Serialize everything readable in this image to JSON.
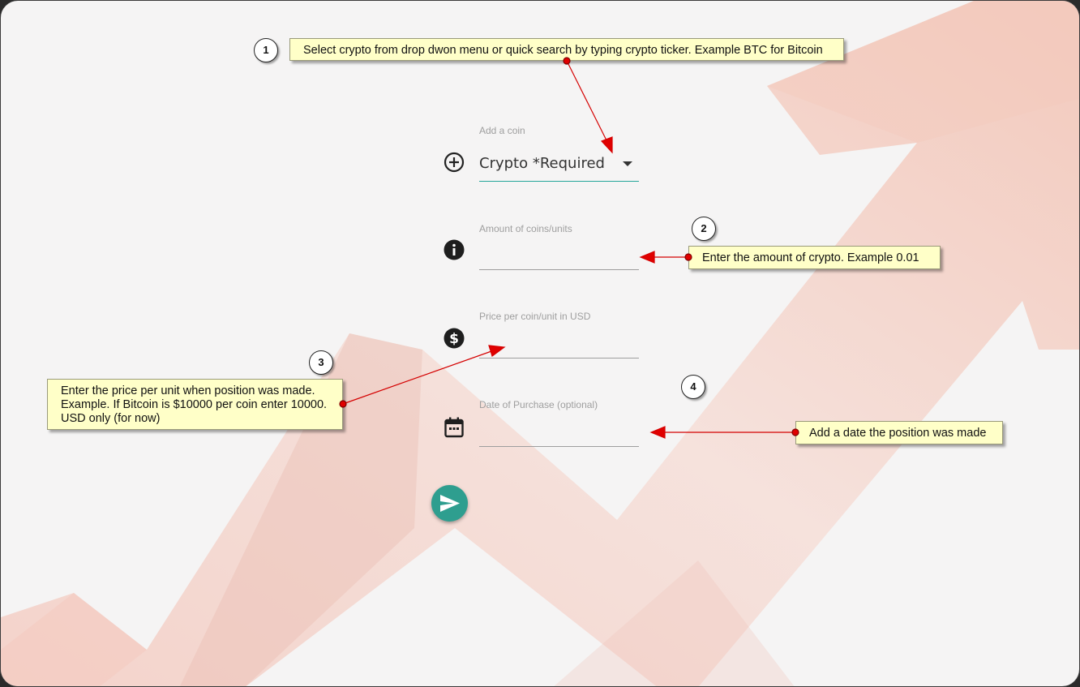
{
  "form": {
    "coin": {
      "label": "Add a coin",
      "value": "Crypto *Required"
    },
    "amount": {
      "label": "Amount of coins/units"
    },
    "price": {
      "label": "Price per coin/unit in USD"
    },
    "date": {
      "label": "Date of Purchase (optional)"
    }
  },
  "annotations": [
    {
      "number": "1",
      "text": "Select crypto from drop dwon menu or quick search by typing crypto ticker. Example BTC for Bitcoin"
    },
    {
      "number": "2",
      "text": "Enter the amount of crypto. Example 0.01"
    },
    {
      "number": "3",
      "lines": [
        "Enter the price per unit when position was made.",
        "Example. If Bitcoin is $10000 per coin enter 10000.",
        "USD only (for now)"
      ]
    },
    {
      "number": "4",
      "text": "Add a date the position was made"
    }
  ],
  "colors": {
    "accent": "#26a69a",
    "button": "#2e9e8f",
    "callout_bg": "#ffffc8",
    "arrow": "#e00000"
  },
  "icons": {
    "coin": "plus-circle-icon",
    "amount": "info-icon",
    "price": "dollar-circle-icon",
    "date": "calendar-icon",
    "submit": "send-icon",
    "dropdown": "caret-down-icon"
  }
}
